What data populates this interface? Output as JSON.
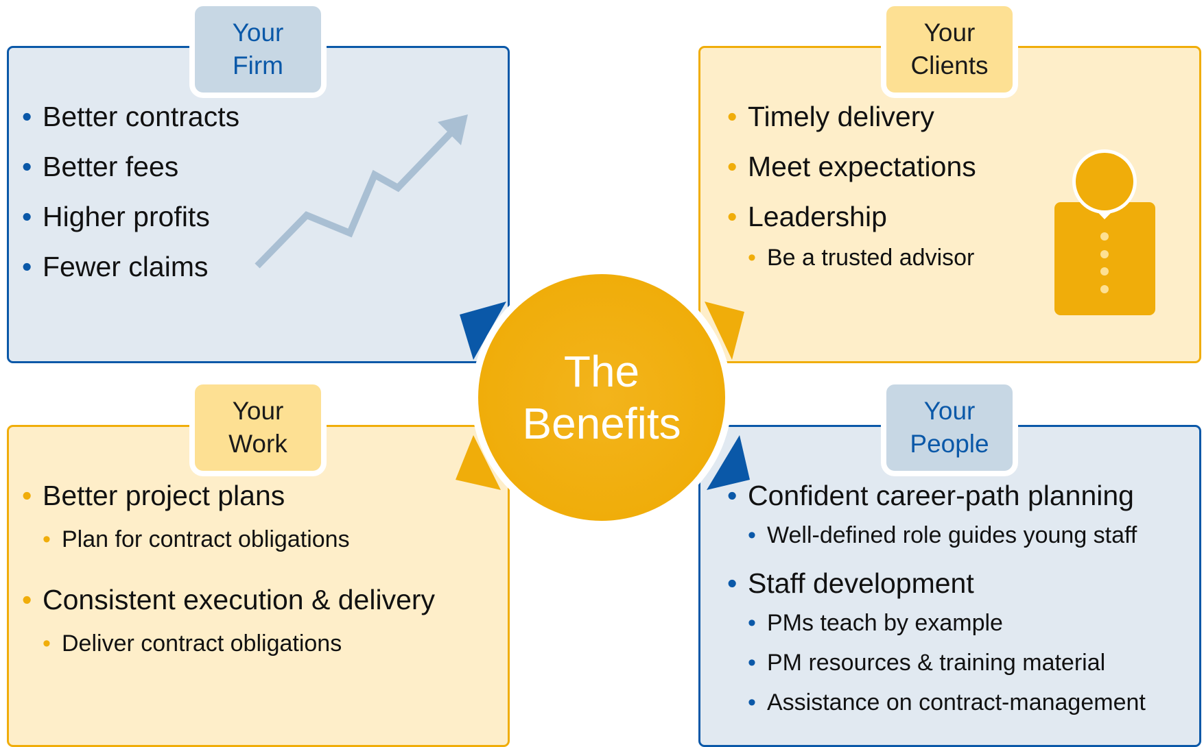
{
  "colors": {
    "blue": "#0a58a8",
    "gold": "#f0ad0a",
    "blue_fill": "#e1e9f1",
    "gold_fill": "#feeec9"
  },
  "center": {
    "line1": "The",
    "line2": "Benefits"
  },
  "firm": {
    "title_line1": "Your",
    "title_line2": "Firm",
    "items": [
      "Better contracts",
      "Better fees",
      "Higher profits",
      "Fewer claims"
    ],
    "icon": "upward-trend-arrow-icon"
  },
  "clients": {
    "title_line1": "Your",
    "title_line2": "Clients",
    "items": [
      "Timely delivery",
      "Meet expectations",
      "Leadership"
    ],
    "subitems": [
      "Be a trusted advisor"
    ],
    "icon": "person-icon"
  },
  "work": {
    "title_line1": "Your",
    "title_line2": "Work",
    "item1": "Better project plans",
    "sub1": "Plan for contract obligations",
    "item2": "Consistent execution & delivery",
    "sub2": "Deliver contract obligations"
  },
  "people": {
    "title_line1": "Your",
    "title_line2": "People",
    "item1": "Confident career-path planning",
    "sub1": "Well-defined role guides young staff",
    "item2": "Staff development",
    "subs2": [
      "PMs teach by example",
      "PM resources & training material",
      "Assistance on contract-management"
    ]
  }
}
